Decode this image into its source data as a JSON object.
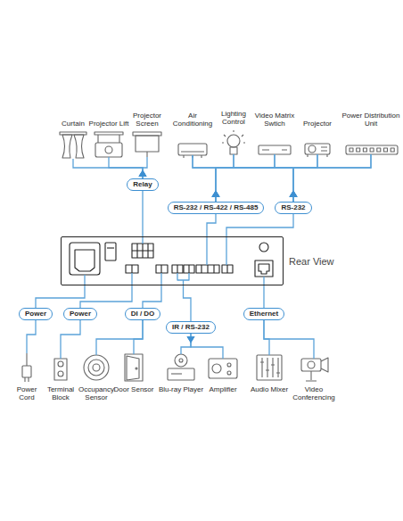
{
  "diagram": {
    "nodes": [
      {
        "text": [
          "Curtain"
        ]
      },
      {
        "text": [
          "Projector Lift"
        ]
      },
      {
        "text": [
          "Projector Screen"
        ]
      },
      {
        "text": [
          "Air Conditioning"
        ]
      },
      {
        "text": [
          "Lighting Control"
        ]
      },
      {
        "text": [
          "Video Matrix Swtich"
        ]
      },
      {
        "text": [
          "Projector"
        ]
      },
      {
        "text": [
          "Power Distribution Unit"
        ]
      },
      {
        "text": [
          "Relay"
        ]
      },
      {
        "text": [
          "RS-232 / RS-422 / RS-485"
        ]
      },
      {
        "text": [
          "RS-232"
        ]
      },
      {
        "text": [
          "Rear View"
        ]
      },
      {
        "text": [
          "Power"
        ]
      },
      {
        "text": [
          "Power"
        ]
      },
      {
        "text": [
          "DI / DO"
        ]
      },
      {
        "text": [
          "IR / RS-232"
        ]
      },
      {
        "text": [
          "Ethernet"
        ]
      },
      {
        "text": [
          "Power Cord"
        ]
      },
      {
        "text": [
          "Terminal Block"
        ]
      },
      {
        "text": [
          "Occupancy Sensor"
        ]
      },
      {
        "text": [
          "Door Sensor"
        ]
      },
      {
        "text": [
          "Blu-ray Player"
        ]
      },
      {
        "text": [
          "Amplifier"
        ]
      },
      {
        "text": [
          "Audio Mixer"
        ]
      },
      {
        "text": [
          "Video Conferencing"
        ]
      }
    ],
    "edges": [
      {
        "from": 8,
        "to": 0,
        "arrow": "to"
      },
      {
        "from": 8,
        "to": 1,
        "arrow": "to"
      },
      {
        "from": 8,
        "to": 2,
        "arrow": "to"
      },
      {
        "from": 9,
        "to": 3,
        "arrow": "to"
      },
      {
        "from": 9,
        "to": 4,
        "arrow": "to"
      },
      {
        "from": 9,
        "to": 5,
        "arrow": "to"
      },
      {
        "from": 9,
        "to": 6,
        "arrow": "to"
      },
      {
        "from": 9,
        "to": 7,
        "arrow": "to"
      },
      {
        "from": 10,
        "to": 3,
        "arrow": "to"
      },
      {
        "from": 10,
        "to": 4,
        "arrow": "to"
      },
      {
        "from": 10,
        "to": 5,
        "arrow": "to"
      },
      {
        "from": 10,
        "to": 6,
        "arrow": "to"
      },
      {
        "from": 10,
        "to": 7,
        "arrow": "to"
      },
      {
        "from": 11,
        "to": 8,
        "arrow": "none"
      },
      {
        "from": 11,
        "to": 9,
        "arrow": "none"
      },
      {
        "from": 11,
        "to": 10,
        "arrow": "none"
      },
      {
        "from": 11,
        "to": 12,
        "arrow": "none"
      },
      {
        "from": 11,
        "to": 13,
        "arrow": "none"
      },
      {
        "from": 11,
        "to": 14,
        "arrow": "none"
      },
      {
        "from": 11,
        "to": 15,
        "arrow": "none"
      },
      {
        "from": 11,
        "to": 16,
        "arrow": "none"
      },
      {
        "from": 12,
        "to": 17,
        "arrow": "none"
      },
      {
        "from": 13,
        "to": 18,
        "arrow": "none"
      },
      {
        "from": 14,
        "to": 19,
        "arrow": "none"
      },
      {
        "from": 14,
        "to": 20,
        "arrow": "none"
      },
      {
        "from": 15,
        "to": 21,
        "arrow": "to"
      },
      {
        "from": 15,
        "to": 22,
        "arrow": "to"
      },
      {
        "from": 16,
        "to": 23,
        "arrow": "none"
      },
      {
        "from": 16,
        "to": 24,
        "arrow": "none"
      }
    ]
  }
}
